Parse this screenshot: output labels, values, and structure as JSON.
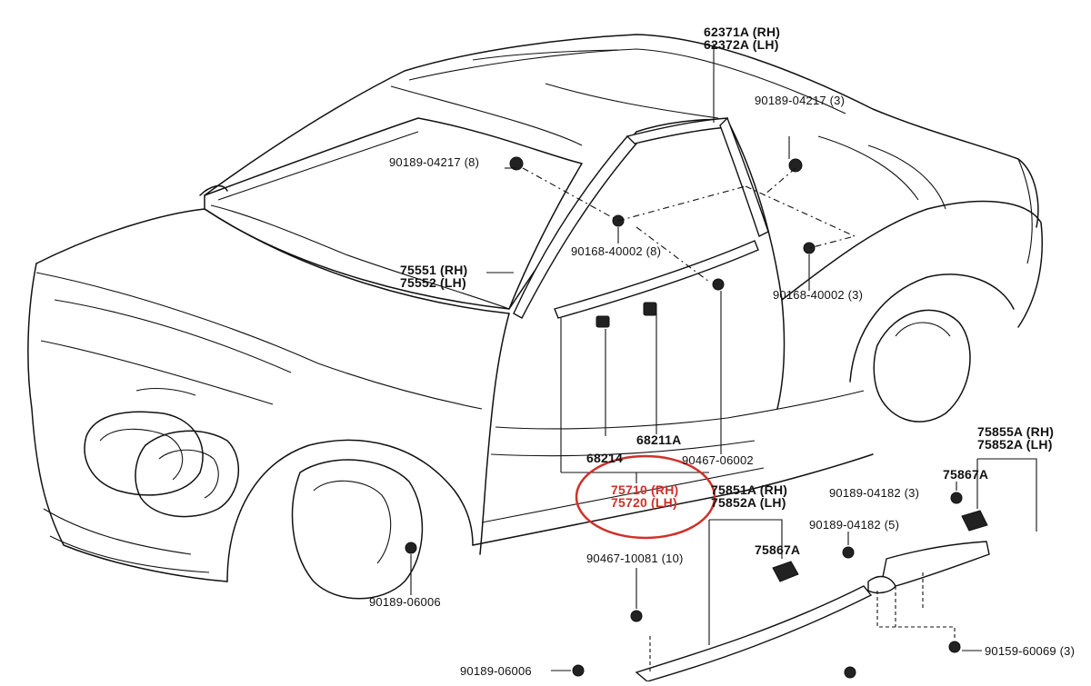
{
  "diagram": {
    "labels": {
      "p62371": "62371A (RH)",
      "p62372": "62372A (LH)",
      "p90189_04217_r": "90189-04217 (3)",
      "p90189_04217_l": "90189-04217 (8)",
      "p90168_40002_l": "90168-40002 (8)",
      "p90168_40002_r": "90168-40002 (3)",
      "p75551": "75551 (RH)",
      "p75552": "75552 (LH)",
      "p68211": "68211A",
      "p68214": "68214",
      "p90467_06002": "90467-06002",
      "p75710": "75710 (RH)",
      "p75720": "75720 (LH)",
      "p75851": "75851A (RH)",
      "p75852_lower": "75852A (LH)",
      "p75855": "75855A (RH)",
      "p75852_upper": "75852A (LH)",
      "p75867_a": "75867A",
      "p75867_b": "75867A",
      "p90189_04182_3": "90189-04182 (3)",
      "p90189_04182_5": "90189-04182 (5)",
      "p90467_10081": "90467-10081 (10)",
      "p90189_06006_a": "90189-06006",
      "p90189_06006_b": "90189-06006",
      "p90159_60069": "90159-60069 (3)"
    },
    "highlight_color": "#d0302a"
  }
}
